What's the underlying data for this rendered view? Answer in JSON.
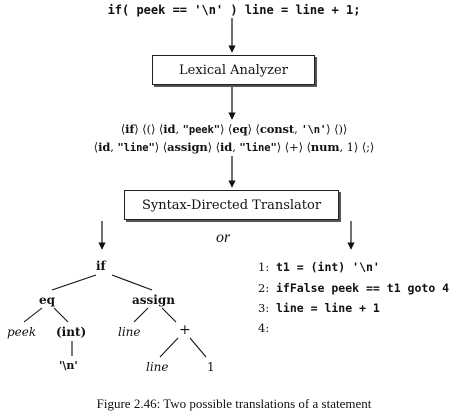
{
  "source_statement": "if( peek == '\\n' ) line = line + 1;",
  "lexical_analyzer_label": "Lexical Analyzer",
  "token_stream": {
    "line1": [
      {
        "t": "⟨",
        "s": "n"
      },
      {
        "t": "if",
        "s": "b"
      },
      {
        "t": "⟩ ⟨(⟩ ⟨",
        "s": "n"
      },
      {
        "t": "id",
        "s": "b"
      },
      {
        "t": ", ",
        "s": "n"
      },
      {
        "t": "\"peek\"",
        "s": "m"
      },
      {
        "t": "⟩ ⟨",
        "s": "n"
      },
      {
        "t": "eq",
        "s": "b"
      },
      {
        "t": "⟩ ⟨",
        "s": "n"
      },
      {
        "t": "const",
        "s": "b"
      },
      {
        "t": ", ",
        "s": "n"
      },
      {
        "t": "'\\n'",
        "s": "m"
      },
      {
        "t": "⟩ ⟨)⟩",
        "s": "n"
      }
    ],
    "line2": [
      {
        "t": "⟨",
        "s": "n"
      },
      {
        "t": "id",
        "s": "b"
      },
      {
        "t": ", ",
        "s": "n"
      },
      {
        "t": "\"line\"",
        "s": "m"
      },
      {
        "t": "⟩ ⟨",
        "s": "n"
      },
      {
        "t": "assign",
        "s": "b"
      },
      {
        "t": "⟩ ⟨",
        "s": "n"
      },
      {
        "t": "id",
        "s": "b"
      },
      {
        "t": ", ",
        "s": "n"
      },
      {
        "t": "\"line\"",
        "s": "m"
      },
      {
        "t": "⟩ ⟨+⟩ ⟨",
        "s": "n"
      },
      {
        "t": "num",
        "s": "b"
      },
      {
        "t": ", 1⟩ ⟨;⟩",
        "s": "n"
      }
    ]
  },
  "translator_label": "Syntax-Directed Translator",
  "or_label": "or",
  "syntax_tree": {
    "root": "if",
    "eq": "eq",
    "assign": "assign",
    "peek": "peek",
    "int_cast": "(int)",
    "newline_char": "'\\n'",
    "line_left": "line",
    "plus": "+",
    "line_right": "line",
    "one": "1"
  },
  "three_address_code": [
    {
      "num": "1:",
      "code": "t1 = (int) '\\n'"
    },
    {
      "num": "2:",
      "code": "ifFalse peek == t1 goto 4"
    },
    {
      "num": "3:",
      "code": "line = line + 1"
    },
    {
      "num": "4:",
      "code": ""
    }
  ],
  "caption": "Figure 2.46: Two possible translations of a statement"
}
